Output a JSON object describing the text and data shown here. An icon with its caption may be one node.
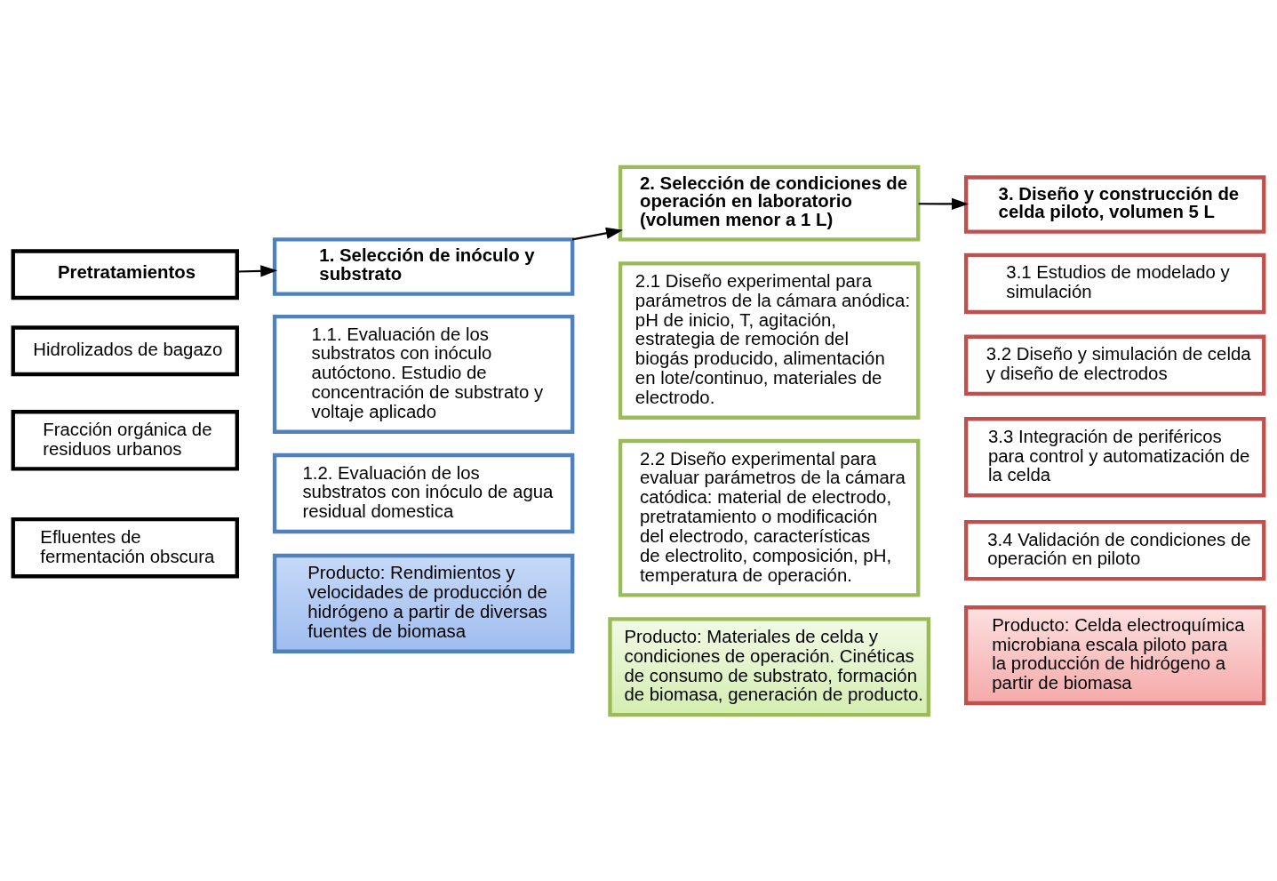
{
  "diagram": {
    "nodes": [
      {
        "text": [
          "Pretratamientos"
        ]
      },
      {
        "text": [
          "Hidrolizados de bagazo"
        ]
      },
      {
        "text": [
          "Fracción orgánica de residuos urbanos"
        ]
      },
      {
        "text": [
          "Efluentes de fermentación obscura"
        ]
      },
      {
        "text": [
          "1. Selección de inóculo y substrato"
        ]
      },
      {
        "text": [
          "1.1. Evaluación de los substratos con inóculo autóctono. Estudio de concentración de substrato y voltaje aplicado"
        ]
      },
      {
        "text": [
          "1.2. Evaluación de los substratos con inóculo de agua residual domestica"
        ]
      },
      {
        "text": [
          "Producto: Rendimientos y velocidades de producción de hidrógeno a partir de diversas fuentes de biomasa"
        ]
      },
      {
        "text": [
          "2. Selección de condiciones de operación en laboratorio (volumen menor a 1 L)"
        ]
      },
      {
        "text": [
          "2.1 Diseño experimental para parámetros de la cámara anódica: pH de inicio, T, agitación, estrategia de remoción del biogás producido, alimentación en lote/continuo, materiales de electrodo."
        ]
      },
      {
        "text": [
          "2.2 Diseño experimental para evaluar parámetros de la cámara catódica: material de electrodo, pretratamiento o modificación del electrodo, características de electrolito, composición, pH, temperatura de operación."
        ]
      },
      {
        "text": [
          "Producto: Materiales de celda y condiciones de operación. Cinéticas de consumo de substrato, formación de biomasa, generación de producto."
        ]
      },
      {
        "text": [
          "3. Diseño y construcción de celda piloto, volumen 5 L"
        ]
      },
      {
        "text": [
          "3.1 Estudios de modelado y simulación"
        ]
      },
      {
        "text": [
          "3.2 Diseño y simulación de celda y diseño de electrodos"
        ]
      },
      {
        "text": [
          "3.3 Integración de periféricos para control y automatización de la celda"
        ]
      },
      {
        "text": [
          "3.4 Validación de condiciones de operación en piloto"
        ]
      },
      {
        "text": [
          "Producto: Celda electroquímica microbiana escala piloto para la producción de hidrógeno a partir de biomasa"
        ]
      }
    ],
    "edges": [
      {
        "from": 0,
        "to": 4,
        "arrow": "to"
      },
      {
        "from": 4,
        "to": 8,
        "arrow": "to"
      },
      {
        "from": 8,
        "to": 12,
        "arrow": "to"
      }
    ]
  }
}
